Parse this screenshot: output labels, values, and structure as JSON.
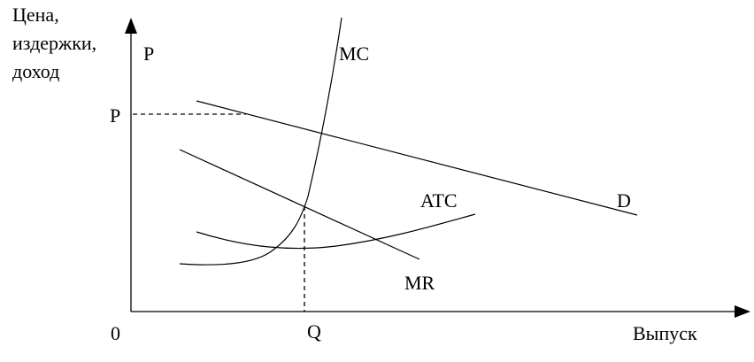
{
  "y_axis_label": [
    "Цена,",
    "издержки,",
    "доход"
  ],
  "y_axis_letter": "P",
  "x_axis_label": "Выпуск",
  "origin_label": "0",
  "price_label": "P",
  "quantity_label": "Q",
  "curves": {
    "mc": "MC",
    "atc": "ATC",
    "demand": "D",
    "mr": "MR"
  }
}
